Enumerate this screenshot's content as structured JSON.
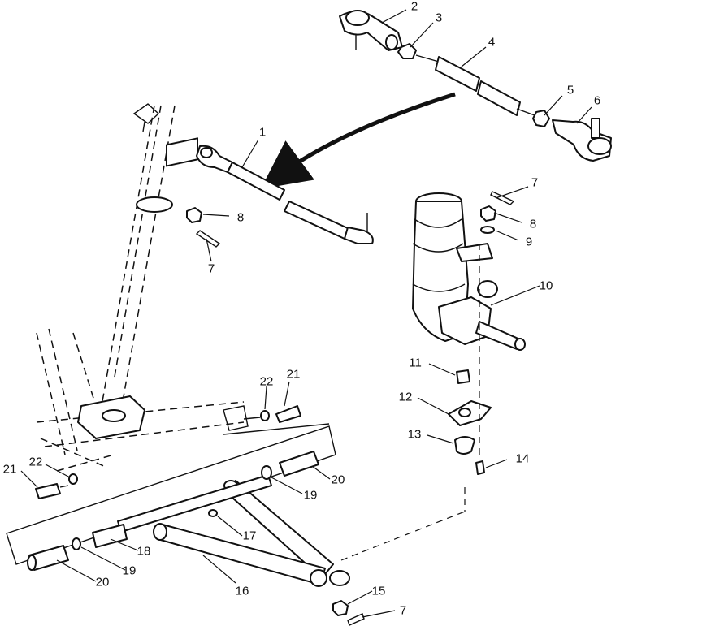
{
  "diagram": {
    "callouts": [
      {
        "id": "c1",
        "label": "1"
      },
      {
        "id": "c2",
        "label": "2"
      },
      {
        "id": "c3",
        "label": "3"
      },
      {
        "id": "c4",
        "label": "4"
      },
      {
        "id": "c5",
        "label": "5"
      },
      {
        "id": "c6",
        "label": "6"
      },
      {
        "id": "c7a",
        "label": "7"
      },
      {
        "id": "c7b",
        "label": "7"
      },
      {
        "id": "c7c",
        "label": "7"
      },
      {
        "id": "c8a",
        "label": "8"
      },
      {
        "id": "c8b",
        "label": "8"
      },
      {
        "id": "c9",
        "label": "9"
      },
      {
        "id": "c10",
        "label": "10"
      },
      {
        "id": "c11",
        "label": "11"
      },
      {
        "id": "c12",
        "label": "12"
      },
      {
        "id": "c13",
        "label": "13"
      },
      {
        "id": "c14",
        "label": "14"
      },
      {
        "id": "c15",
        "label": "15"
      },
      {
        "id": "c16",
        "label": "16"
      },
      {
        "id": "c17",
        "label": "17"
      },
      {
        "id": "c18",
        "label": "18"
      },
      {
        "id": "c19a",
        "label": "19"
      },
      {
        "id": "c19b",
        "label": "19"
      },
      {
        "id": "c20a",
        "label": "20"
      },
      {
        "id": "c20b",
        "label": "20"
      },
      {
        "id": "c21a",
        "label": "21"
      },
      {
        "id": "c21b",
        "label": "21"
      },
      {
        "id": "c22a",
        "label": "22"
      },
      {
        "id": "c22b",
        "label": "22"
      }
    ]
  }
}
